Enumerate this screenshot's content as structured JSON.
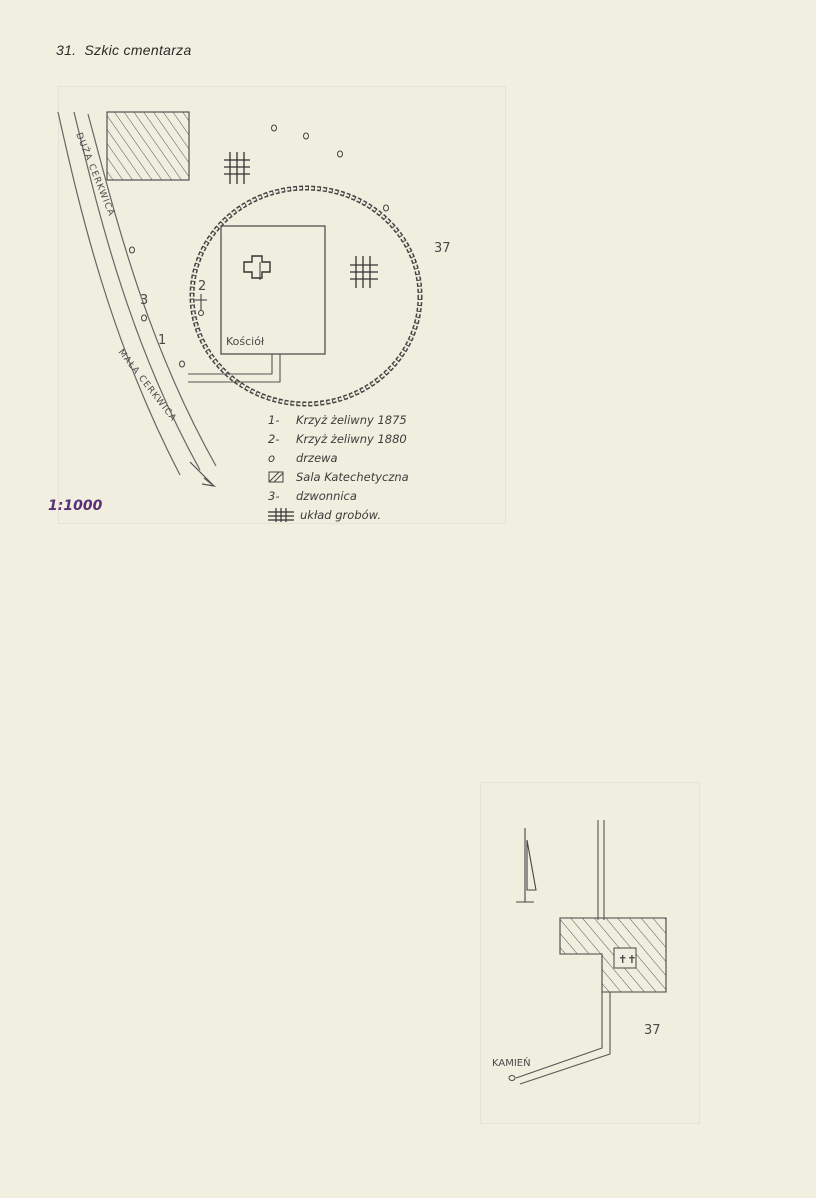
{
  "document": {
    "section_number": "31.",
    "section_title": "Szkic cmentarza",
    "scale": "1:1000"
  },
  "main_map": {
    "road_upper": "DUŻA CERKWICA",
    "road_lower": "MAŁA CERKWICA",
    "church_label": "Kościół",
    "marker_1": "1",
    "marker_2": "2",
    "marker_3": "3",
    "page_ref": "37"
  },
  "legend": {
    "items": [
      {
        "key": "1",
        "sep": "-",
        "text": "Krzyż żeliwny 1875"
      },
      {
        "key": "2",
        "sep": "-",
        "text": "Krzyż żeliwny 1880"
      },
      {
        "key": "o",
        "sep": "",
        "text": "drzewa"
      },
      {
        "key": "hatch",
        "sep": "",
        "text": "Sala Katechetyczna"
      },
      {
        "key": "3",
        "sep": "-",
        "text": "dzwonnica"
      },
      {
        "key": "grid",
        "sep": "",
        "text": "układ grobów."
      }
    ]
  },
  "detail_map": {
    "stone_label": "KAMIEŃ",
    "page_ref": "37"
  },
  "colors": {
    "paper": "#f1efe0",
    "pencil": "#4a4a4a",
    "scale_ink": "#5a2f7a"
  }
}
